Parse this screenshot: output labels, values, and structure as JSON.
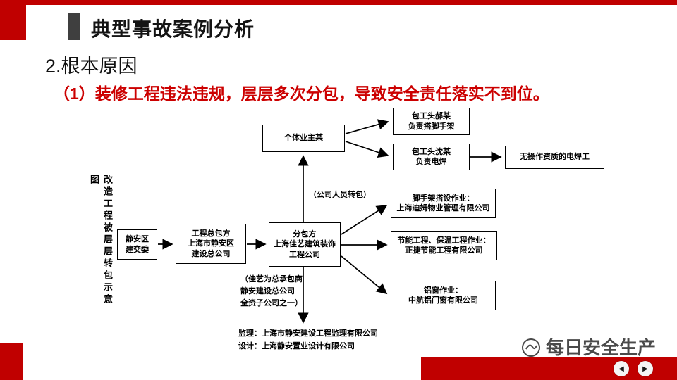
{
  "header": {
    "title": "典型事故案例分析"
  },
  "section": {
    "title": "2.根本原因",
    "subtitle": "（1）装修工程违法违规，层层多次分包，导致安全责任落实不到位。"
  },
  "diagram": {
    "side_label": "改造工程被层层转包示意图",
    "boxes": {
      "jianjiaowei": "静安区\n建交委",
      "zongbaofang": "工程总包方\n上海市静安区\n建设总公司",
      "fenbaofang": "分包方\n上海佳艺建筑装饰\n工程公司",
      "getiyezhu": "个体业主某",
      "baogongtou_hao": "包工头郝某\n负责搭脚手架",
      "baogongtou_shen": "包工头沈某\n负责电焊",
      "dianhangong": "无操作资质的电焊工",
      "jiaoshoujia": "脚手架搭设作业：\n上海迪姆物业管理有限公司",
      "jieneng": "节能工程、保温工程作业：\n正捷节能工程有限公司",
      "lvchuang": "铝窗作业：\n中航铝门窗有限公司"
    },
    "notes": {
      "renyuan_zhuanbao": "（公司人员转包）",
      "jiayi": "（佳艺为总承包商\n静安建设总公司\n全资子公司之一）",
      "jianli_sheji": "监理：上海市静安建设工程监理有限公司\n设计：上海静安置业设计有限公司"
    }
  },
  "footer": {
    "watermark": "每日安全生产",
    "prev_label": "◀",
    "next_label": "▶"
  },
  "colors": {
    "accent_red": "#c00000",
    "subtitle_red": "#cc0000",
    "accent_gray": "#3f3f3f"
  }
}
